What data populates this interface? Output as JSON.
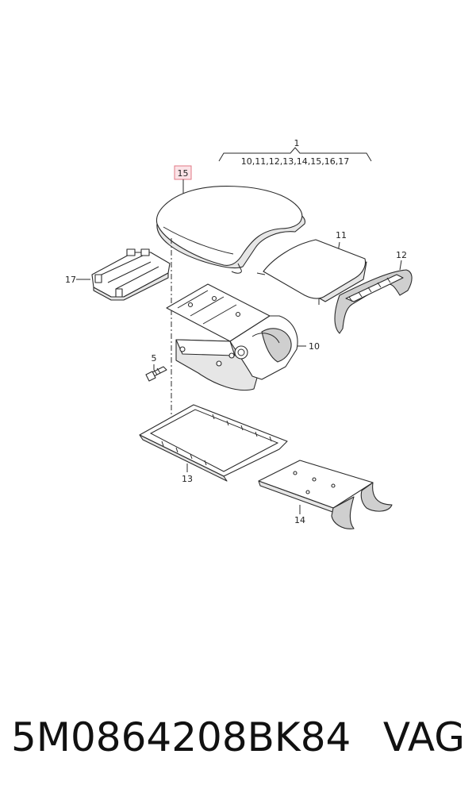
{
  "diagram": {
    "callouts": {
      "assembly": "1",
      "assembly_components": "10,11,12,13,14,15,16,17",
      "highlighted": "15",
      "lid_insert": "11",
      "side_trim": "12",
      "hinge": "17",
      "bolt": "5",
      "frame": "10",
      "tray": "13",
      "base": "14"
    },
    "highlight_color": "#e07a86",
    "highlight_fill": "#fbe3e7"
  },
  "footer": {
    "part_number": "5M0864208BK84",
    "brand": "VAG"
  }
}
